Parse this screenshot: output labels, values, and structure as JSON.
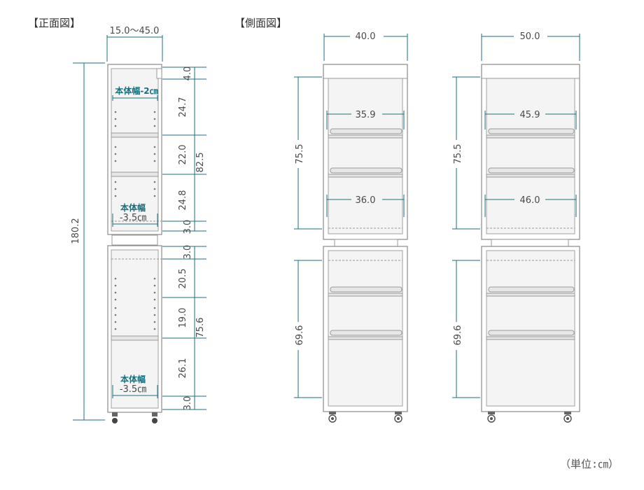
{
  "titles": {
    "front": "【正面図】",
    "side": "【側面図】"
  },
  "unit_note": "（単位:㎝）",
  "front": {
    "width_range": "15.0～45.0",
    "total_height": "180.2",
    "inner_width_top": "本体幅-2㎝",
    "inner_width_mid_l1": "本体幅",
    "inner_width_mid_l2": "-3.5㎝",
    "inner_width_bot_l1": "本体幅",
    "inner_width_bot_l2": "-3.5㎝",
    "dims_right": [
      "4.0",
      "24.7",
      "22.0",
      "24.8",
      "3.0",
      "3.0",
      "20.5",
      "19.0",
      "26.1",
      "3.0"
    ],
    "dims_upper_total": "82.5",
    "dims_lower_total": "75.6"
  },
  "side_a": {
    "depth": "40.0",
    "upper_height": "75.5",
    "lower_height": "69.6",
    "shelf_depth_top": "35.9",
    "shelf_depth_bottom": "36.0"
  },
  "side_b": {
    "depth": "50.0",
    "upper_height": "75.5",
    "lower_height": "69.6",
    "shelf_depth_top": "45.9",
    "shelf_depth_bottom": "46.0"
  }
}
